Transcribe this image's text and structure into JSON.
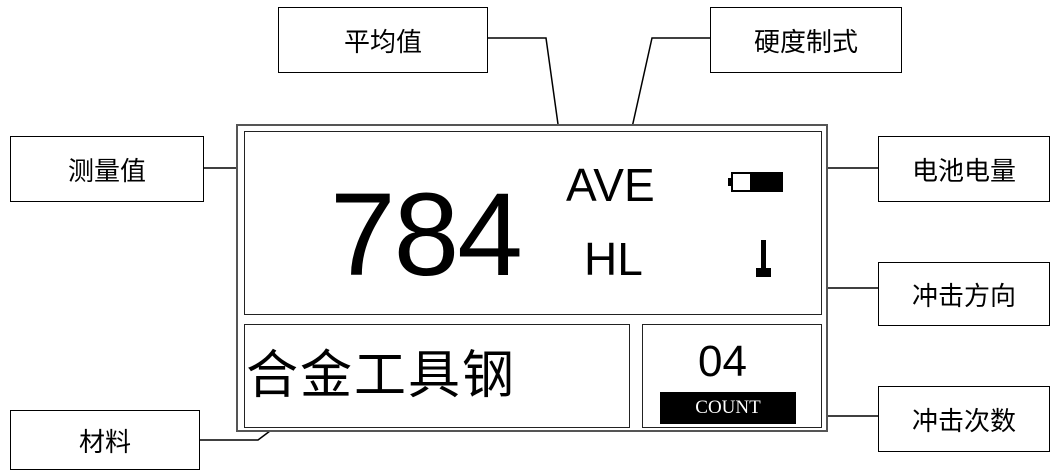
{
  "labels": {
    "average": "平均值",
    "hardness_scale": "硬度制式",
    "measured_value": "测量值",
    "battery": "电池电量",
    "impact_direction": "冲击方向",
    "impact_count": "冲击次数",
    "material": "材料"
  },
  "display": {
    "value": "784",
    "mode": "AVE",
    "scale": "HL",
    "material": "合金工具钢",
    "count": "04",
    "count_label": "COUNT"
  },
  "icons": [
    "battery-icon",
    "impact-direction-icon"
  ]
}
